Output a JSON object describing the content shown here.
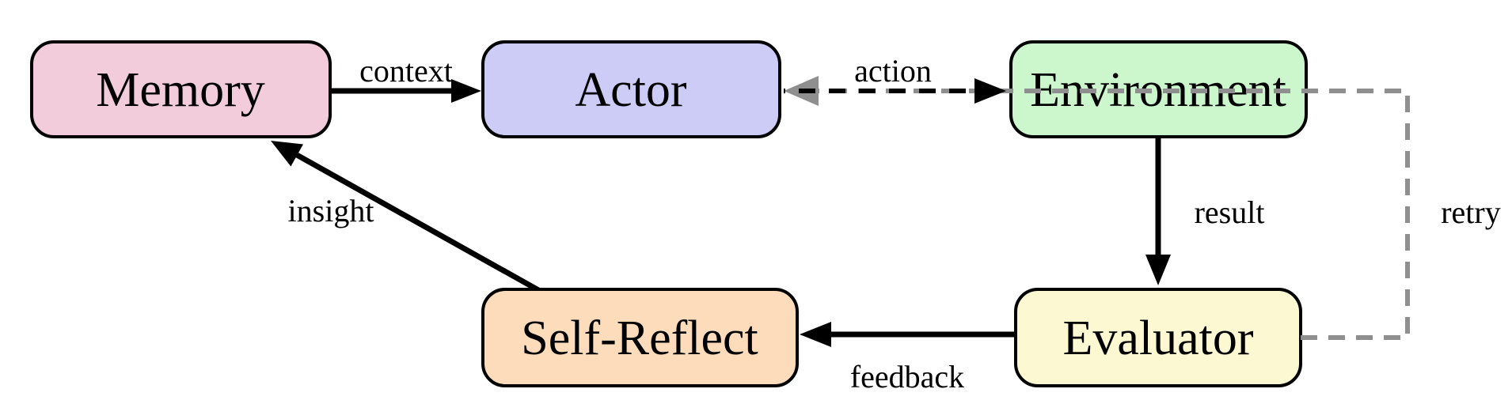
{
  "diagram": {
    "title": "agent-reflexion-loop",
    "nodes": {
      "memory": {
        "label": "Memory",
        "fill": "#f2ccdb"
      },
      "actor": {
        "label": "Actor",
        "fill": "#ccccf7"
      },
      "environment": {
        "label": "Environment",
        "fill": "#ccf7cc"
      },
      "self_reflect": {
        "label": "Self-Reflect",
        "fill": "#fcdcba"
      },
      "evaluator": {
        "label": "Evaluator",
        "fill": "#fbf8d2"
      }
    },
    "edges": {
      "context": {
        "label": "context",
        "style": "solid",
        "color": "#000000"
      },
      "action": {
        "label": "action",
        "style": "dashed",
        "color": "#000000"
      },
      "result": {
        "label": "result",
        "style": "solid",
        "color": "#000000"
      },
      "feedback": {
        "label": "feedback",
        "style": "solid",
        "color": "#000000"
      },
      "insight": {
        "label": "insight",
        "style": "solid",
        "color": "#000000"
      },
      "retry": {
        "label": "retry",
        "style": "dashed",
        "color": "#8f8f8f"
      }
    }
  }
}
